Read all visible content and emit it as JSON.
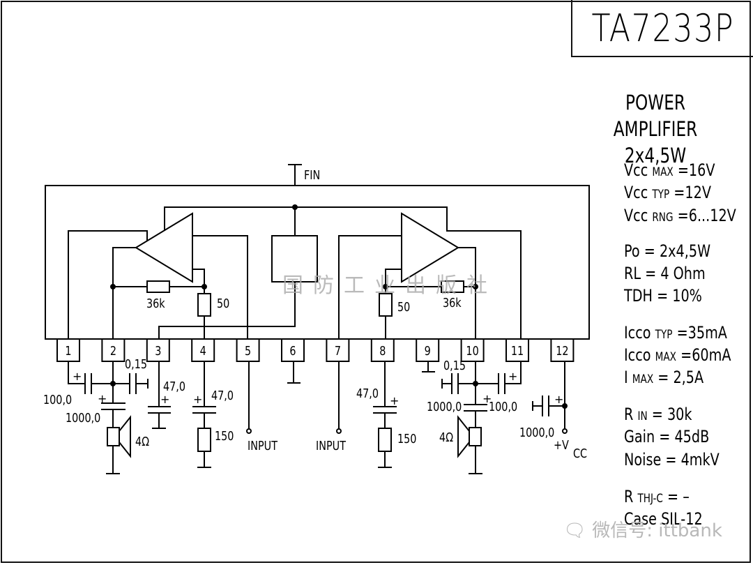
{
  "chip": {
    "part_number": "TA7233P",
    "description_line1": "POWER AMPLIFIER",
    "description_line2": "2x4,5W"
  },
  "specs": [
    {
      "name": "Vcc",
      "sub": "MAX",
      "value": "=16V"
    },
    {
      "name": "Vcc",
      "sub": "TYP",
      "value": "=12V"
    },
    {
      "name": "Vcc",
      "sub": "RNG",
      "value": "=6...12V"
    },
    {
      "name": "Po",
      "sub": "",
      "value": "= 2x4,5W"
    },
    {
      "name": "RL",
      "sub": "",
      "value": "= 4  Ohm"
    },
    {
      "name": "TDH",
      "sub": "",
      "value": "= 10%"
    },
    {
      "name": "Icco",
      "sub": "TYP",
      "value": "=35mA"
    },
    {
      "name": "Icco",
      "sub": "MAX",
      "value": "=60mA"
    },
    {
      "name": "I",
      "sub": "MAX",
      "value": "=     2,5A"
    },
    {
      "name": "R",
      "sub": "IN",
      "value": "  = 30k"
    },
    {
      "name": "Gain",
      "sub": "",
      "value": " = 45dB"
    },
    {
      "name": "Noise",
      "sub": "",
      "value": "= 4mkV"
    },
    {
      "name": "R",
      "sub": "THJ-C",
      "value": " = –"
    },
    {
      "name": "Case",
      "sub": "",
      "value": " SIL-12"
    }
  ],
  "diagram": {
    "fin_label": "FIN",
    "pins": [
      "1",
      "2",
      "3",
      "4",
      "5",
      "6",
      "7",
      "8",
      "9",
      "10",
      "11",
      "12"
    ],
    "internal": {
      "feedback_resistor_left": "36k",
      "emitter_resistor_left": "50",
      "feedback_resistor_right": "36k",
      "emitter_resistor_right": "50"
    },
    "external": {
      "c_pin1_bootstrap": "100,0",
      "c_pin2_snubber": "0,15",
      "c_pin2_output": "1000,0",
      "speaker_left": "4Ω",
      "c_pin3": "47,0",
      "c_pin4": "47,0",
      "r_pin4": "150",
      "input_left": "INPUT",
      "input_right": "INPUT",
      "c_pin8": "47,0",
      "r_pin8": "150",
      "c_pin10_snubber": "0,15",
      "c_pin10_output": "1000,0",
      "c_pin11_bootstrap": "100,0",
      "speaker_right": "4Ω",
      "c_supply": "1000,0",
      "supply_label": "+V",
      "supply_sub": "CC",
      "plus": "+"
    }
  },
  "watermarks": {
    "publisher_cn": "国防工业出版社",
    "wechat": "微信号: ittbank"
  }
}
